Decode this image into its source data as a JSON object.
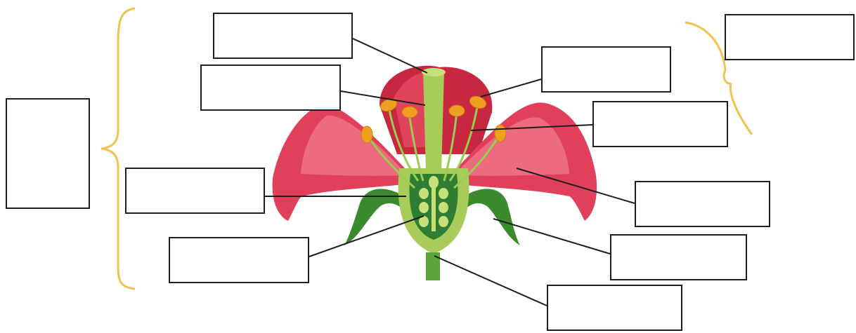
{
  "diagram": {
    "subject": "flower",
    "colors": {
      "petal": "#e0405a",
      "petal_inner": "#f07a8c",
      "petal_dark": "#c8283f",
      "pistil": "#a8cc5a",
      "ovary_fill": "#2e7d32",
      "ovule": "#c8e07a",
      "stamen": "#9acd50",
      "anther": "#f0a020",
      "sepal": "#3c8a2e",
      "brace": "#f2c14e",
      "leader_line": "#1e1e1e",
      "box_border": "#1e1e1e"
    },
    "labels": [
      {
        "id": "left-group",
        "text": ""
      },
      {
        "id": "style",
        "text": ""
      },
      {
        "id": "filament-left",
        "text": ""
      },
      {
        "id": "ovary",
        "text": ""
      },
      {
        "id": "ovule",
        "text": ""
      },
      {
        "id": "anther",
        "text": ""
      },
      {
        "id": "filament-right",
        "text": ""
      },
      {
        "id": "petal",
        "text": ""
      },
      {
        "id": "sepal",
        "text": ""
      },
      {
        "id": "stalk",
        "text": ""
      },
      {
        "id": "right-group",
        "text": ""
      }
    ]
  }
}
